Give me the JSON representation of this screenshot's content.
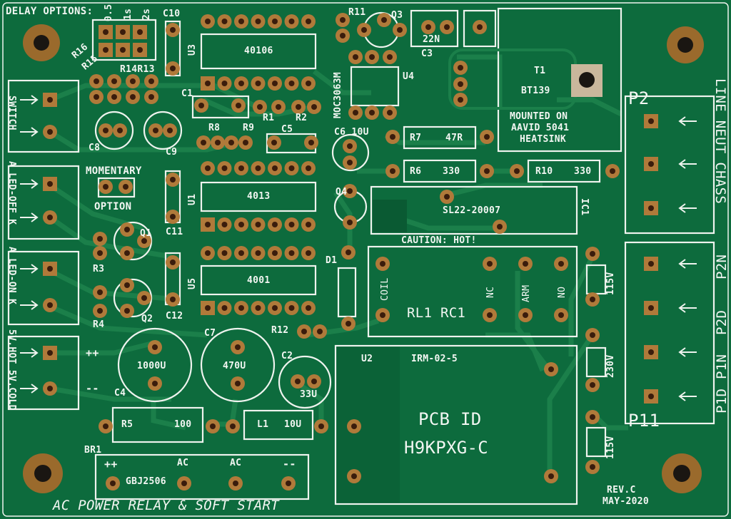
{
  "board": {
    "title": "AC POWER RELAY & SOFT START",
    "revision": "REV.C",
    "date": "MAY-2020",
    "pcb_id_label": "PCB ID",
    "pcb_id": "H9KPXG-C",
    "colors": {
      "board": "#0d6b3d",
      "trace": "#1a7d48",
      "silk": "#eef3ee",
      "copper": "#b07a3a",
      "mount_copper": "#9a6a2c"
    }
  },
  "labels": {
    "delay_options": "DELAY OPTIONS:",
    "delay_05": "0.5",
    "delay_1s": "1s",
    "delay_2s": "2s",
    "c10": "C10",
    "u3": "U3",
    "ic_40106": "40106",
    "r11": "R11",
    "q3": "Q3",
    "n22": "22N",
    "c3": "C3",
    "t1": "T1",
    "bt139": "BT139",
    "mounted_on": "MOUNTED ON",
    "aavid": "AAVID 5041",
    "heatsink": "HEATSINK",
    "p2": "P2",
    "line_neut_chass": "LINE NEUT CHASS",
    "r16": "R16",
    "r15": "R15",
    "r14r13": "R14R13",
    "c1": "C1",
    "moc": "MOC3063M",
    "u4": "U4",
    "r1": "R1",
    "r2": "R2",
    "switch": "SWITCH",
    "c8": "C8",
    "c9": "C9",
    "r8": "R8",
    "r9": "R9",
    "c5": "C5",
    "c6": "C6 10U",
    "r7": "R7",
    "r7v": "47R",
    "r6": "R6",
    "r6v": "330",
    "r10": "R10",
    "r10v": "330",
    "momentary": "MOMENTARY",
    "option": "OPTION",
    "u1": "U1",
    "ic_4013": "4013",
    "q4": "Q4",
    "sl22": "SL22-20007",
    "ic1": "IC1",
    "led_off": "A LED-OFF K",
    "c11": "C11",
    "q1": "Q1",
    "caution": "CAUTION: HOT!",
    "r3": "R3",
    "d1": "D1",
    "u5": "U5",
    "ic_4001": "4001",
    "coil": "COIL",
    "nc": "NC",
    "arm": "ARM",
    "no": "NO",
    "rl1": "RL1 RC1",
    "v115a": "115V",
    "p2n": "P2N",
    "led_on": "A LED-ON K",
    "r4": "R4",
    "q2": "Q2",
    "c12": "C12",
    "r12": "R12",
    "p2d": "P2D",
    "v5": "5V,HOT 5V,COLD",
    "plusplus": "++",
    "c7": "C7",
    "c2": "C2",
    "u1000": "1000U",
    "u470": "470U",
    "u2": "U2",
    "irm": "IRM-02-5",
    "v230": "230V",
    "p1n": "P1N",
    "minusminus": "--",
    "c4": "C4",
    "u33": "33U",
    "p1d": "P1D",
    "r5": "R5",
    "r5v": "100",
    "l1": "L1",
    "l1v": "10U",
    "p11": "P11",
    "v115b": "115V",
    "br1": "BR1",
    "br_pp": "++",
    "br_ac1": "AC",
    "br_ac2": "AC",
    "br_mm": "--",
    "gbj": "GBJ2506"
  }
}
